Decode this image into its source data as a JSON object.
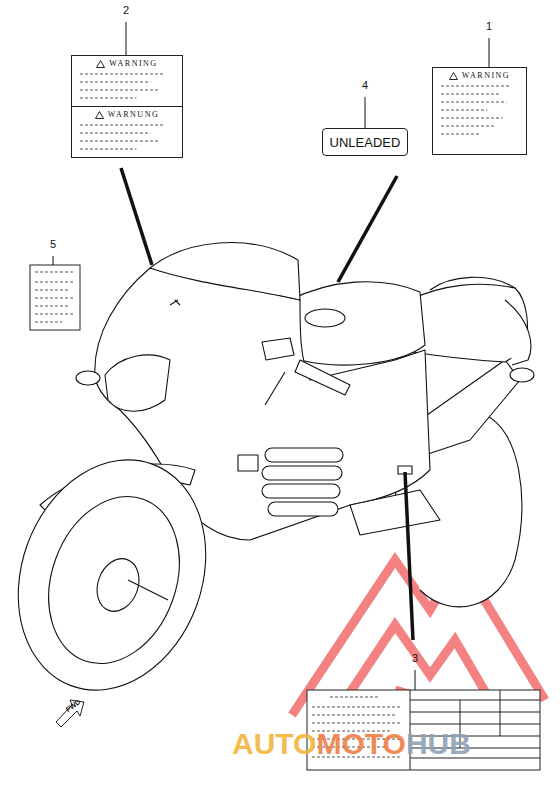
{
  "diagram": {
    "nodes": [
      {
        "text": [
          "WARNING",
          "WARNUNG"
        ]
      },
      {
        "text": [
          "UNLEADED"
        ]
      },
      {
        "text": [
          "WARNING"
        ]
      },
      {
        "text": [
          "FWD"
        ]
      }
    ],
    "labels": [
      "2",
      "1",
      "4",
      "5",
      "3",
      "AUTO",
      "MOTO",
      "HUB"
    ]
  }
}
